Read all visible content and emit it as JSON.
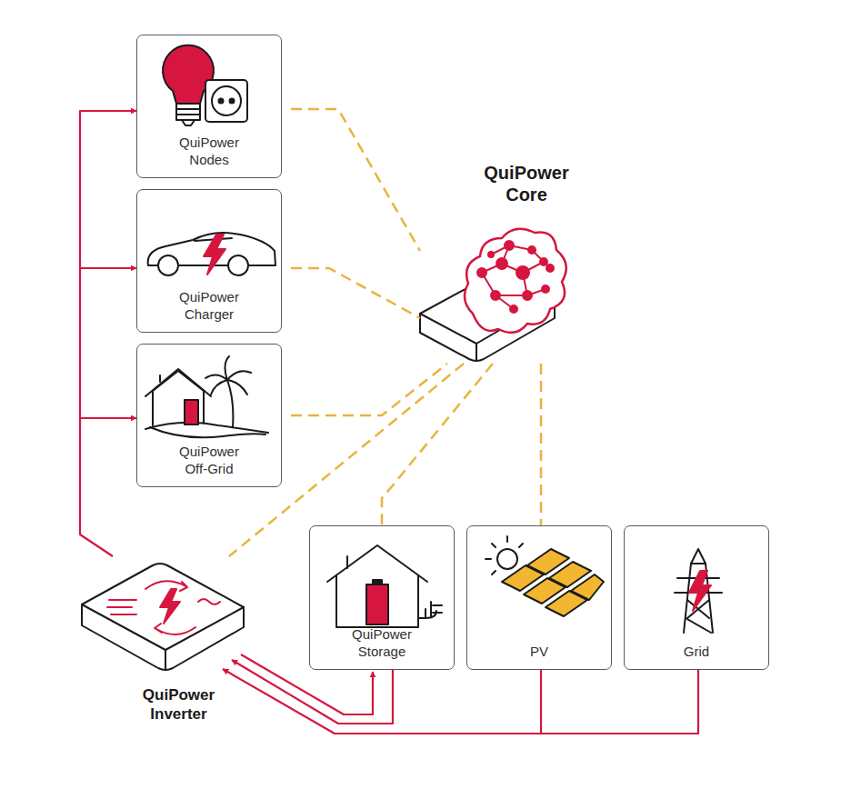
{
  "diagram": {
    "nodes": [
      {
        "text": [
          "QuiPower Nodes"
        ]
      },
      {
        "text": [
          "QuiPower Charger"
        ]
      },
      {
        "text": [
          "QuiPower Off-Grid"
        ]
      },
      {
        "text": [
          "QuiPower Core"
        ]
      },
      {
        "text": [
          "QuiPower Inverter"
        ]
      },
      {
        "text": [
          "QuiPower Storage"
        ]
      },
      {
        "text": [
          "PV"
        ]
      },
      {
        "text": [
          "Grid"
        ]
      }
    ],
    "edges": [
      {
        "from": 3,
        "to": 0,
        "arrow": "none"
      },
      {
        "from": 3,
        "to": 1,
        "arrow": "none"
      },
      {
        "from": 3,
        "to": 2,
        "arrow": "none"
      },
      {
        "from": 3,
        "to": 4,
        "arrow": "none"
      },
      {
        "from": 3,
        "to": 5,
        "arrow": "none"
      },
      {
        "from": 3,
        "to": 6,
        "arrow": "none"
      },
      {
        "from": 4,
        "to": 0,
        "arrow": "to"
      },
      {
        "from": 4,
        "to": 1,
        "arrow": "to"
      },
      {
        "from": 4,
        "to": 2,
        "arrow": "to"
      },
      {
        "from": 4,
        "to": 5,
        "arrow": "to"
      },
      {
        "from": 5,
        "to": 4,
        "arrow": "to"
      },
      {
        "from": 6,
        "to": 4,
        "arrow": "to"
      },
      {
        "from": 7,
        "to": 4,
        "arrow": "to"
      }
    ]
  }
}
